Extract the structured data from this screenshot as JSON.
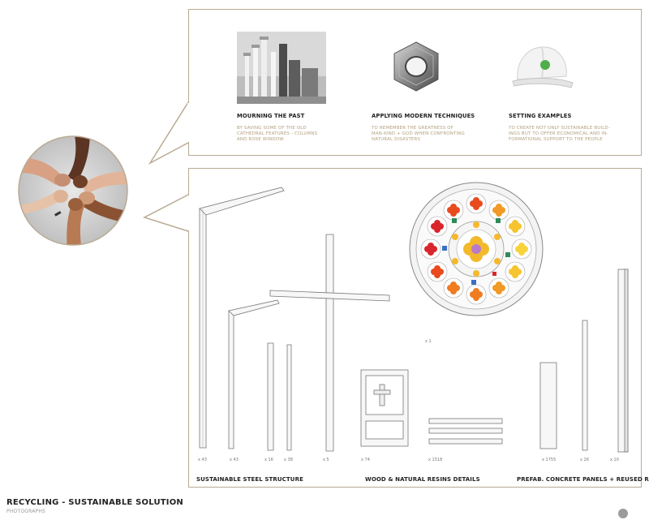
{
  "features": [
    {
      "title": "MOURNING THE PAST",
      "description": "BY SAVING SOME OF THE OLD CATHEDRAL FEATURES - COLUMNS AND ROSE WINDOW"
    },
    {
      "title": "APPLYING MODERN TECHNIQUES",
      "description": "TO REMEMBER THE GREATNESS OF MAN-KIND + GOD WHEN CONFRONTING NATURAL DISASTERS"
    },
    {
      "title": "SETTING EXAMPLES",
      "description": "TO CREATE NOT ONLY SUSTAINABLE BUILD-INGS BUT TO OFFER ECONOMICAL AND IN-FORMATIONAL SUPPORT TO THE PEOPLE"
    }
  ],
  "counts": {
    "lamp_tall": "x 43",
    "lamp_short": "x 43",
    "column_a": "x 16",
    "column_b": "x 38",
    "cross": "x 5",
    "rose_window": "x 1",
    "door": "x 74",
    "planks": "x 1518",
    "panel_wide": "x 1755",
    "panel_thin": "x 26",
    "panel_tall": "x 10"
  },
  "captions": {
    "steel": "SUSTAINABLE STEEL STRUCTURE",
    "wood": "WOOD & NATURAL RESINS DETAILS",
    "concrete": "PREFAB. CONCRETE PANELS + REUSED RUBBLE"
  },
  "footer": {
    "title": "RECYCLING - SUSTAINABLE SOLUTION",
    "subtitle": "PHOTOGRAPHS"
  },
  "colors": {
    "frame": "#b9ab93",
    "accent_text": "#b3a07e",
    "indicator": "#9b9b9b"
  }
}
